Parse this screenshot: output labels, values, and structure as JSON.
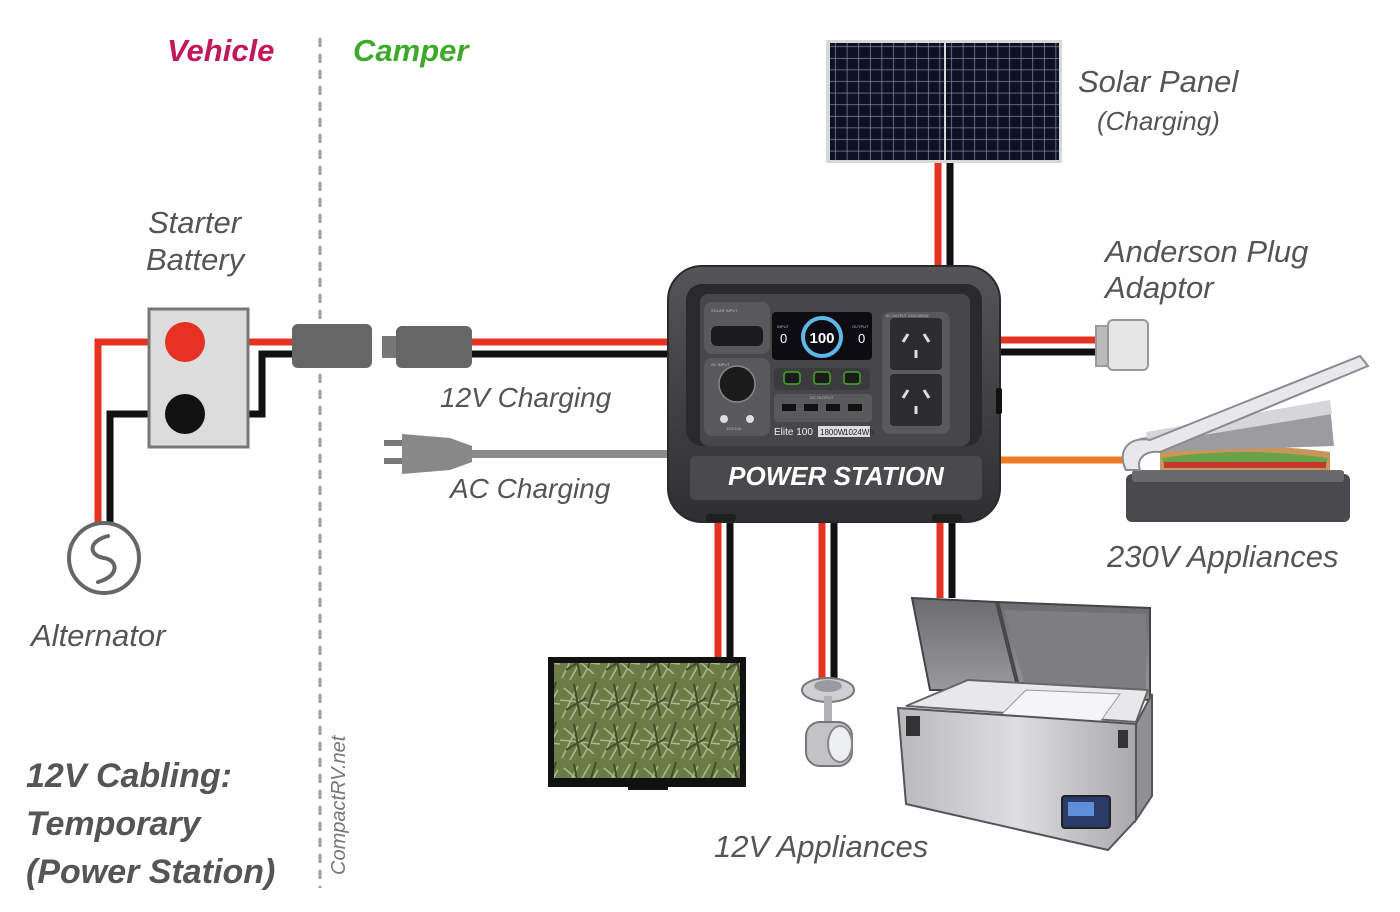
{
  "zones": {
    "vehicle": "Vehicle",
    "camper": "Camper"
  },
  "labels": {
    "solar_panel": "Solar Panel",
    "solar_charging": "(Charging)",
    "starter_battery_1": "Starter",
    "starter_battery_2": "Battery",
    "anderson_1": "Anderson Plug",
    "anderson_2": "Adaptor",
    "charging_12v": "12V Charging",
    "charging_ac": "AC Charging",
    "alternator": "Alternator",
    "appliances_230v": "230V Appliances",
    "appliances_12v": "12V Appliances"
  },
  "title": {
    "line1": "12V Cabling:",
    "line2": "Temporary",
    "line3": "(Power Station)"
  },
  "credit": "CompactRV.net",
  "power_station": {
    "title": "POWER STATION",
    "model": "Elite 100",
    "badge_watts": "1800W",
    "badge_wh": "1024Wh",
    "display_value": "100",
    "input_value": "0",
    "output_value": "0",
    "display_input_label": "INPUT",
    "display_output_label": "OUTPUT",
    "ac_output_label": "AC OUTPUT 230V/1800W",
    "dc_output_label": "DC OUTPUT",
    "solar_input_label": "SOLAR INPUT",
    "ac_input_label": "AC INPUT",
    "car_output_label": "12V/10A"
  },
  "colors": {
    "vehicle": "#C2185B",
    "camper": "#3FAA2A",
    "positive_wire": "#E53222",
    "negative_wire": "#111111",
    "ac_wire": "#F07B22",
    "mains_cable": "#8A8A8A",
    "power_station_body": "#3E3E40"
  },
  "icons": {
    "alternator": "alternator-icon",
    "battery": "battery-icon",
    "solar": "solar-panel-icon",
    "fridge": "fridge-icon",
    "tv": "tv-icon",
    "light": "spotlight-icon",
    "press": "sandwich-press-icon"
  }
}
